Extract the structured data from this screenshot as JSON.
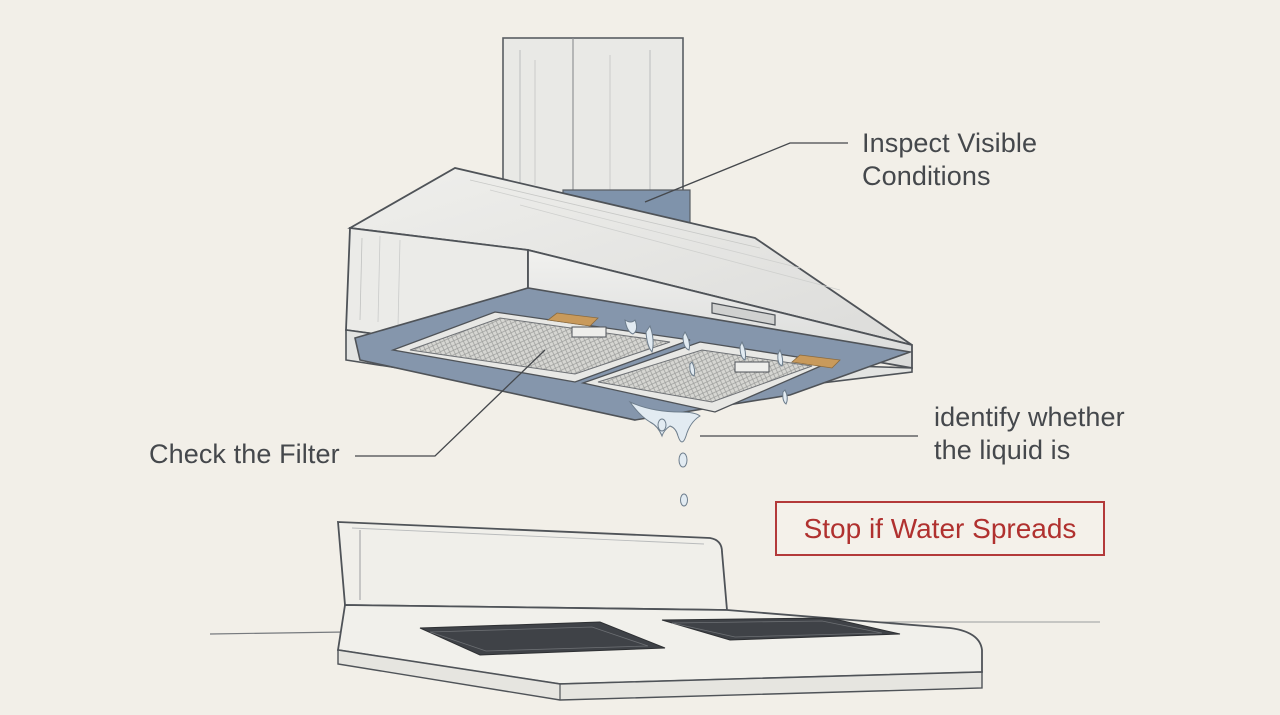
{
  "callouts": {
    "inspect": {
      "line1": "Inspect Visible",
      "line2": "Conditions"
    },
    "filter": {
      "text": "Check the Filter"
    },
    "identify": {
      "line1": "identify whether",
      "line2": "the liquid is"
    },
    "warning": {
      "text": "Stop if Water Spreads"
    }
  },
  "colors": {
    "background": "#f2efe8",
    "sketch_line": "#5a5e63",
    "hood_metal": "#e6e7e6",
    "hood_underside": "#7f93ab",
    "filter_mesh": "#c9c9c6",
    "water": "#dfe9f1",
    "warning_red": "#b33a3a",
    "accent_amber": "#c99a5b"
  },
  "icons": {
    "hood": "range-hood-illustration",
    "stove": "stove-illustration",
    "drip": "water-drip-icon"
  }
}
